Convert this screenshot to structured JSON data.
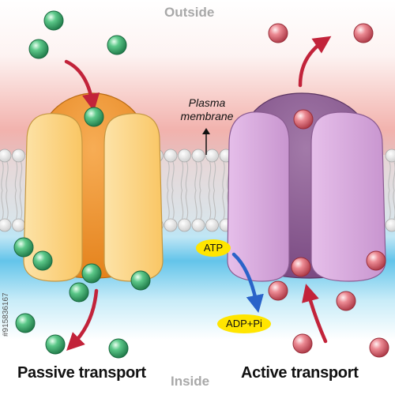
{
  "labels": {
    "outside": "Outside",
    "inside": "Inside",
    "plasma_line1": "Plasma",
    "plasma_line2": "membrane",
    "atp": "ATP",
    "adp": "ADP+Pi",
    "passive_title": "Passive transport",
    "active_title": "Active transport",
    "stock_id": "#915836167"
  },
  "colors": {
    "outside_tint": "#f6c4c0",
    "inside_tint": "#58c2e8",
    "lipid_head": "#ffffff",
    "passive_channel_outer": "#f0952c",
    "passive_channel_inner": "#fdd584",
    "active_pump_outer": "#8d5a93",
    "active_pump_inner": "#dba9e0",
    "passive_molecule": "#2f9a5e",
    "active_molecule": "#d95a66",
    "arrow_red": "#c2233a",
    "arrow_blue": "#2a63c9",
    "pill_yellow": "#ffe500"
  },
  "icons": {
    "passive_molecule": "green-sphere-icon",
    "active_molecule": "red-sphere-icon"
  }
}
